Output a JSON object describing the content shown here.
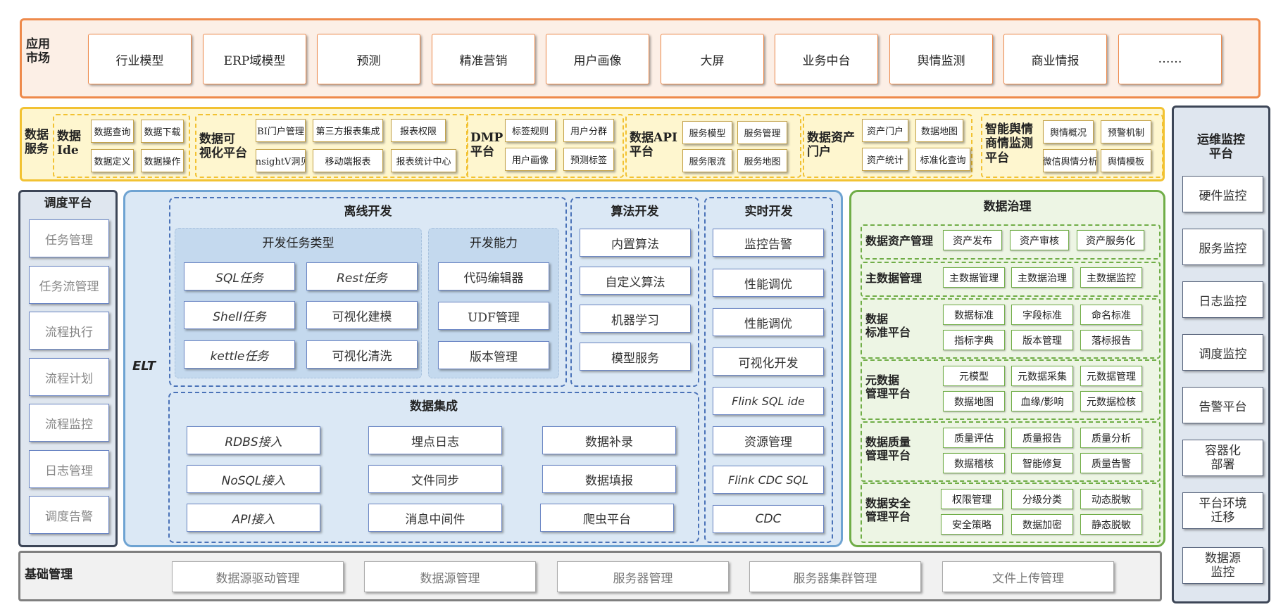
{
  "app_market": {
    "label": "应用\n市场",
    "items": [
      "行业模型",
      "ERP域模型",
      "预测",
      "精准营销",
      "用户画像",
      "大屏",
      "业务中台",
      "舆情监测",
      "商业情报",
      "……"
    ]
  },
  "data_services": {
    "label": "数据\n服务",
    "groups": [
      {
        "title": "数据\nIde",
        "items": [
          "数据查询",
          "数据下载",
          "数据定义",
          "数据操作"
        ]
      },
      {
        "title": "数据可\n视化平台",
        "items": [
          "BI门户管理",
          "第三方报表集成",
          "报表权限",
          "InsightV洞见",
          "移动端报表",
          "报表统计中心"
        ]
      },
      {
        "title": "DMP\n平台",
        "items": [
          "标签规则",
          "用户分群",
          "用户画像",
          "预测标签"
        ]
      },
      {
        "title": "数据API\n平台",
        "items": [
          "服务模型",
          "服务管理",
          "服务限流",
          "服务地图"
        ]
      },
      {
        "title": "数据资产\n门户",
        "items": [
          "资产门户",
          "数据地图",
          "资产统计",
          "标准化查询"
        ]
      },
      {
        "title": "智能舆情\n商情监测\n平台",
        "items": [
          "舆情概况",
          "预警机制",
          "微信舆情分析",
          "舆情模板"
        ]
      }
    ]
  },
  "ops": {
    "title": "运维监控\n平台",
    "items": [
      "硬件监控",
      "服务监控",
      "日志监控",
      "调度监控",
      "告警平台",
      "容器化\n部署",
      "平台环境\n迁移",
      "数据源\n监控"
    ]
  },
  "scheduler": {
    "title": "调度平台",
    "items": [
      "任务管理",
      "任务流管理",
      "流程执行",
      "流程计划",
      "流程监控",
      "日志管理",
      "调度告警"
    ]
  },
  "elt": {
    "label": "ELT",
    "offline": {
      "title": "离线开发",
      "task_types": {
        "title": "开发任务类型",
        "items": [
          "SQL任务",
          "Rest任务",
          "Shell任务",
          "可视化建模",
          "kettle任务",
          "可视化清洗"
        ]
      },
      "capabilities": {
        "title": "开发能力",
        "items": [
          "代码编辑器",
          "UDF管理",
          "版本管理"
        ]
      }
    },
    "algorithm": {
      "title": "算法开发",
      "items": [
        "内置算法",
        "自定义算法",
        "机器学习",
        "模型服务"
      ]
    },
    "realtime": {
      "title": "实时开发",
      "items": [
        "监控告警",
        "性能调优",
        "性能调优",
        "可视化开发",
        "Flink SQL ide",
        "资源管理",
        "Flink CDC SQL",
        "CDC"
      ]
    },
    "integration": {
      "title": "数据集成",
      "items": [
        "RDBS接入",
        "埋点日志",
        "数据补录",
        "NoSQL接入",
        "文件同步",
        "数据填报",
        "API接入",
        "消息中间件",
        "爬虫平台"
      ]
    }
  },
  "governance": {
    "title": "数据治理",
    "groups": [
      {
        "title": "数据资产管理",
        "items": [
          "资产发布",
          "资产审核",
          "资产服务化"
        ]
      },
      {
        "title": "主数据管理",
        "items": [
          "主数据管理",
          "主数据治理",
          "主数据监控"
        ]
      },
      {
        "title": "数据\n标准平台",
        "items": [
          "数据标准",
          "字段标准",
          "命名标准",
          "指标字典",
          "版本管理",
          "落标报告"
        ]
      },
      {
        "title": "元数据\n管理平台",
        "items": [
          "元模型",
          "元数据采集",
          "元数据管理",
          "数据地图",
          "血缘/影响",
          "元数据检核"
        ]
      },
      {
        "title": "数据质量\n管理平台",
        "items": [
          "质量评估",
          "质量报告",
          "质量分析",
          "数据稽核",
          "智能修复",
          "质量告警"
        ]
      },
      {
        "title": "数据安全\n管理平台",
        "items": [
          "权限管理",
          "分级分类",
          "动态脱敏",
          "安全策略",
          "数据加密",
          "静态脱敏"
        ]
      }
    ]
  },
  "base": {
    "label": "基础管理",
    "items": [
      "数据源驱动管理",
      "数据源管理",
      "服务器管理",
      "服务器集群管理",
      "文件上传管理"
    ]
  }
}
